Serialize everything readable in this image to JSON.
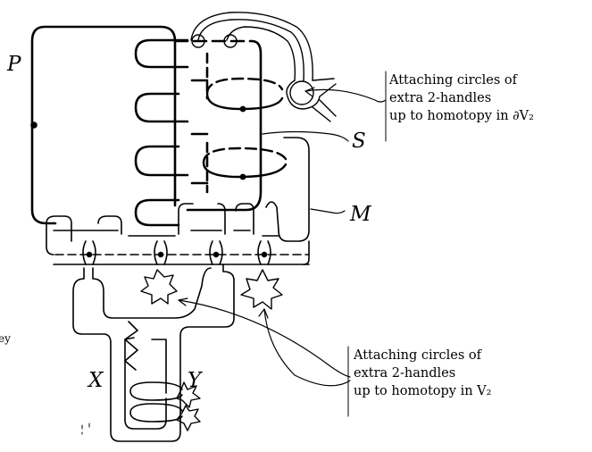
{
  "labels": {
    "P": "P",
    "S": "S",
    "M": "M",
    "X": "X",
    "Y": "Y"
  },
  "annotations": {
    "top": {
      "line1": "Attaching circles of",
      "line2": "extra 2-handles",
      "line3": "up to homotopy in ∂V₂"
    },
    "bottom": {
      "line1": "Attaching circles of",
      "line2": "extra 2-handles",
      "line3": "up to homotopy in V₂"
    }
  },
  "edge_fragments": {
    "left_clip": "ey"
  },
  "colors": {
    "stroke": "#000000",
    "background": "#ffffff"
  }
}
